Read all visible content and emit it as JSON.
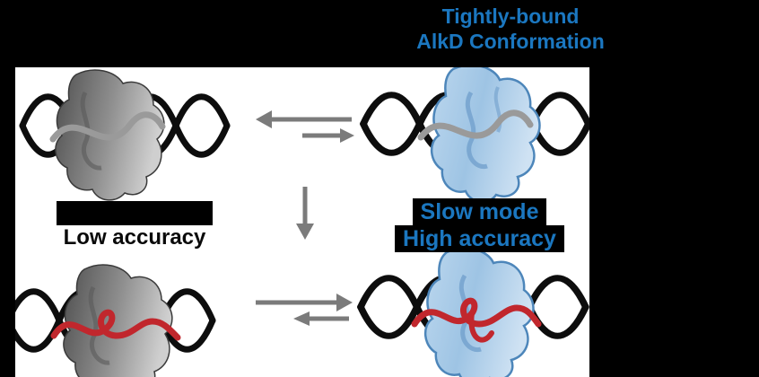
{
  "title": {
    "line1": "Tightly-bound",
    "line2": "AlkD Conformation"
  },
  "labels": {
    "left": {
      "line2": "Low accuracy"
    },
    "right": {
      "line1": "Slow mode",
      "line2": "High accuracy"
    }
  },
  "colors": {
    "background": "#000000",
    "figure_background": "#ffffff",
    "accent_blue_text": "#1b77c0",
    "protein_gray": "#8f8f8f",
    "protein_blue": "#a9c9e6",
    "protein_blue_outline": "#4d86ba",
    "dna_strand_black": "#0d0d0d",
    "dna_inner_gray": "#9a9a9a",
    "lesion_red": "#c1272d",
    "arrow_gray": "#7b7b7b"
  },
  "icons": {
    "equilibrium_top": "equilibrium-arrows (long left, short right)",
    "down_arrow": "down-arrow",
    "equilibrium_bottom": "equilibrium-arrows (long right, short left)"
  }
}
